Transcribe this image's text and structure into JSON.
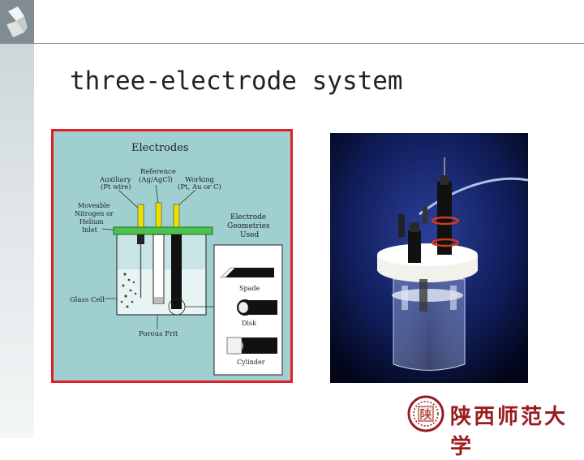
{
  "slide": {
    "title": "three-electrode system"
  },
  "diagram": {
    "heading": "Electrodes",
    "reference_label": "Reference",
    "reference_sub": "(Ag/AgCl)",
    "auxiliary_label": "Auxiliary",
    "auxiliary_sub": "(Pt wire)",
    "working_label": "Working",
    "working_sub": "(Pt, Au or C)",
    "inlet_lines": [
      "Moveable",
      "Nitrogen or",
      "Helium",
      "Inlet"
    ],
    "geometries_lines": [
      "Electrode",
      "Geometries",
      "Used"
    ],
    "glass_cell_label": "Glass Cell",
    "porous_frit_label": "Porous Frit",
    "geometry_spade": "Spade",
    "geometry_disk": "Disk",
    "geometry_cylinder": "Cylinder"
  },
  "logo": {
    "university_name": "陕西师范大学",
    "seal_char": "陕"
  },
  "colors": {
    "frame_red": "#e41e25",
    "diagram_bg": "#9fcfcf",
    "sidebar_dark": "#7f8c91",
    "logo_red": "#9a1b1f"
  }
}
